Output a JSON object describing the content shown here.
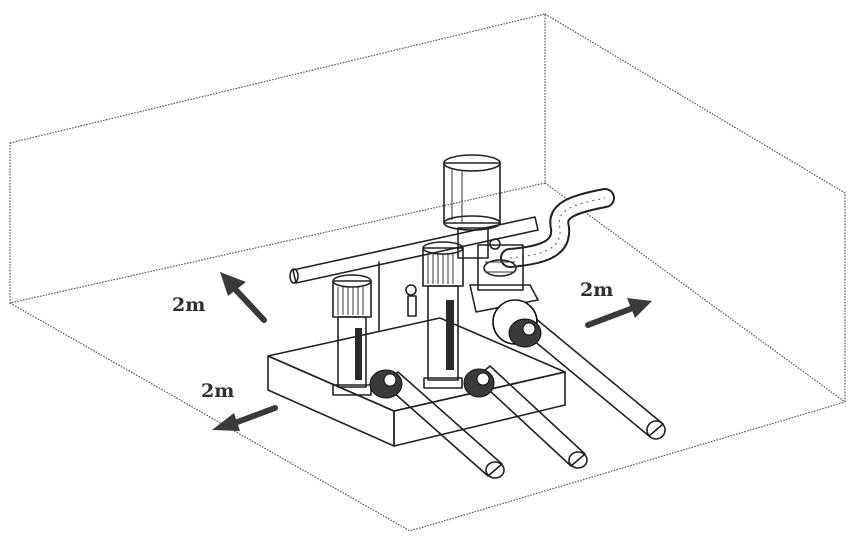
{
  "clearance_labels": {
    "back_left": "2m",
    "front_left": "2m",
    "right": "2m"
  },
  "colors": {
    "ink": "#222222",
    "arrow_fill": "#3a3a3a",
    "background": "#ffffff"
  },
  "components": {
    "pumps": [
      "vertical-pump",
      "vertical-pump",
      "large-pump-motor"
    ],
    "icons": [
      "arrow-icon",
      "arrow-icon",
      "arrow-icon"
    ]
  }
}
